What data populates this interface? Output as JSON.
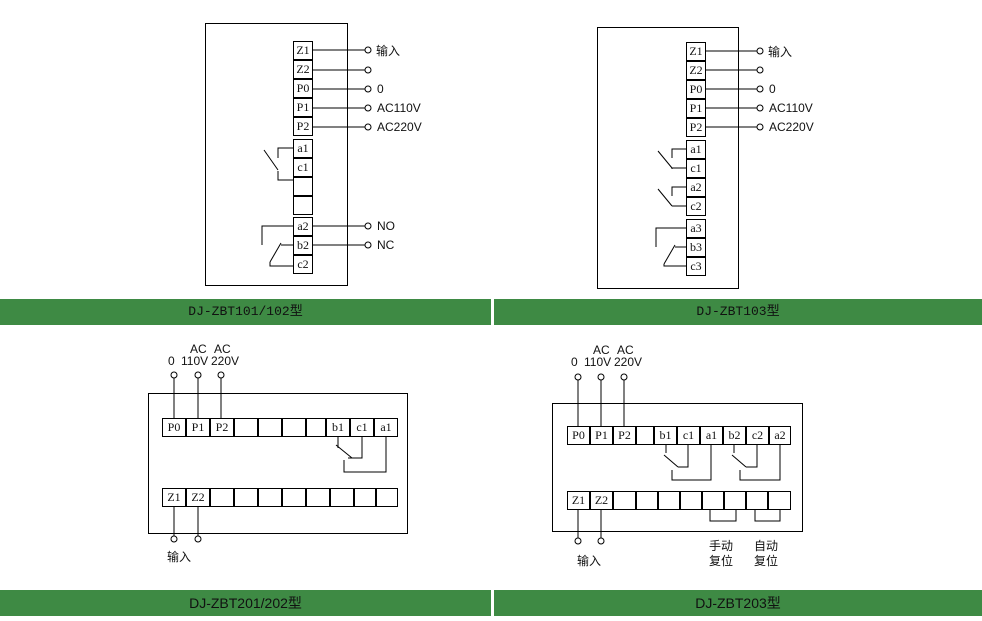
{
  "captions": {
    "d1": "DJ-ZBT101/102型",
    "d2": "DJ-ZBT103型",
    "d3": "DJ-ZBT201/202型",
    "d4": "DJ-ZBT203型"
  },
  "d1": {
    "terminals": [
      "Z1",
      "Z2",
      "P0",
      "P1",
      "P2",
      "a1",
      "c1",
      "",
      "",
      "a2",
      "b2",
      "c2"
    ],
    "right_labels": {
      "input": "输入",
      "zero": "0",
      "ac110": "AC110V",
      "ac220": "AC220V",
      "no": "NO",
      "nc": "NC"
    }
  },
  "d2": {
    "terminals": [
      "Z1",
      "Z2",
      "P0",
      "P1",
      "P2",
      "a1",
      "c1",
      "a2",
      "c2",
      "a3",
      "b3",
      "c3"
    ],
    "right_labels": {
      "input": "输入",
      "zero": "0",
      "ac110": "AC110V",
      "ac220": "AC220V"
    }
  },
  "d3": {
    "top_row": [
      "P0",
      "P1",
      "P2",
      "",
      "",
      "",
      "",
      "b1",
      "c1",
      "a1"
    ],
    "bottom_row": [
      "Z1",
      "Z2",
      "",
      "",
      "",
      "",
      "",
      "",
      "",
      ""
    ],
    "top_labels": {
      "ac_a": "AC",
      "ac_b": "AC",
      "zero": "0",
      "v110": "110V",
      "v220": "220V"
    },
    "input_label": "输入"
  },
  "d4": {
    "top_row": [
      "P0",
      "P1",
      "P2",
      "",
      "b1",
      "c1",
      "a1",
      "b2",
      "c2",
      "a2"
    ],
    "bottom_row": [
      "Z1",
      "Z2",
      "",
      "",
      "",
      "",
      "",
      "",
      "",
      ""
    ],
    "top_labels": {
      "ac_a": "AC",
      "ac_b": "AC",
      "zero": "0",
      "v110": "110V",
      "v220": "220V"
    },
    "input_label": "输入",
    "manual_reset": [
      "手动",
      "复位"
    ],
    "auto_reset": [
      "自动",
      "复位"
    ]
  },
  "colors": {
    "caption_bar": "#3e8a44",
    "line": "#000000"
  }
}
